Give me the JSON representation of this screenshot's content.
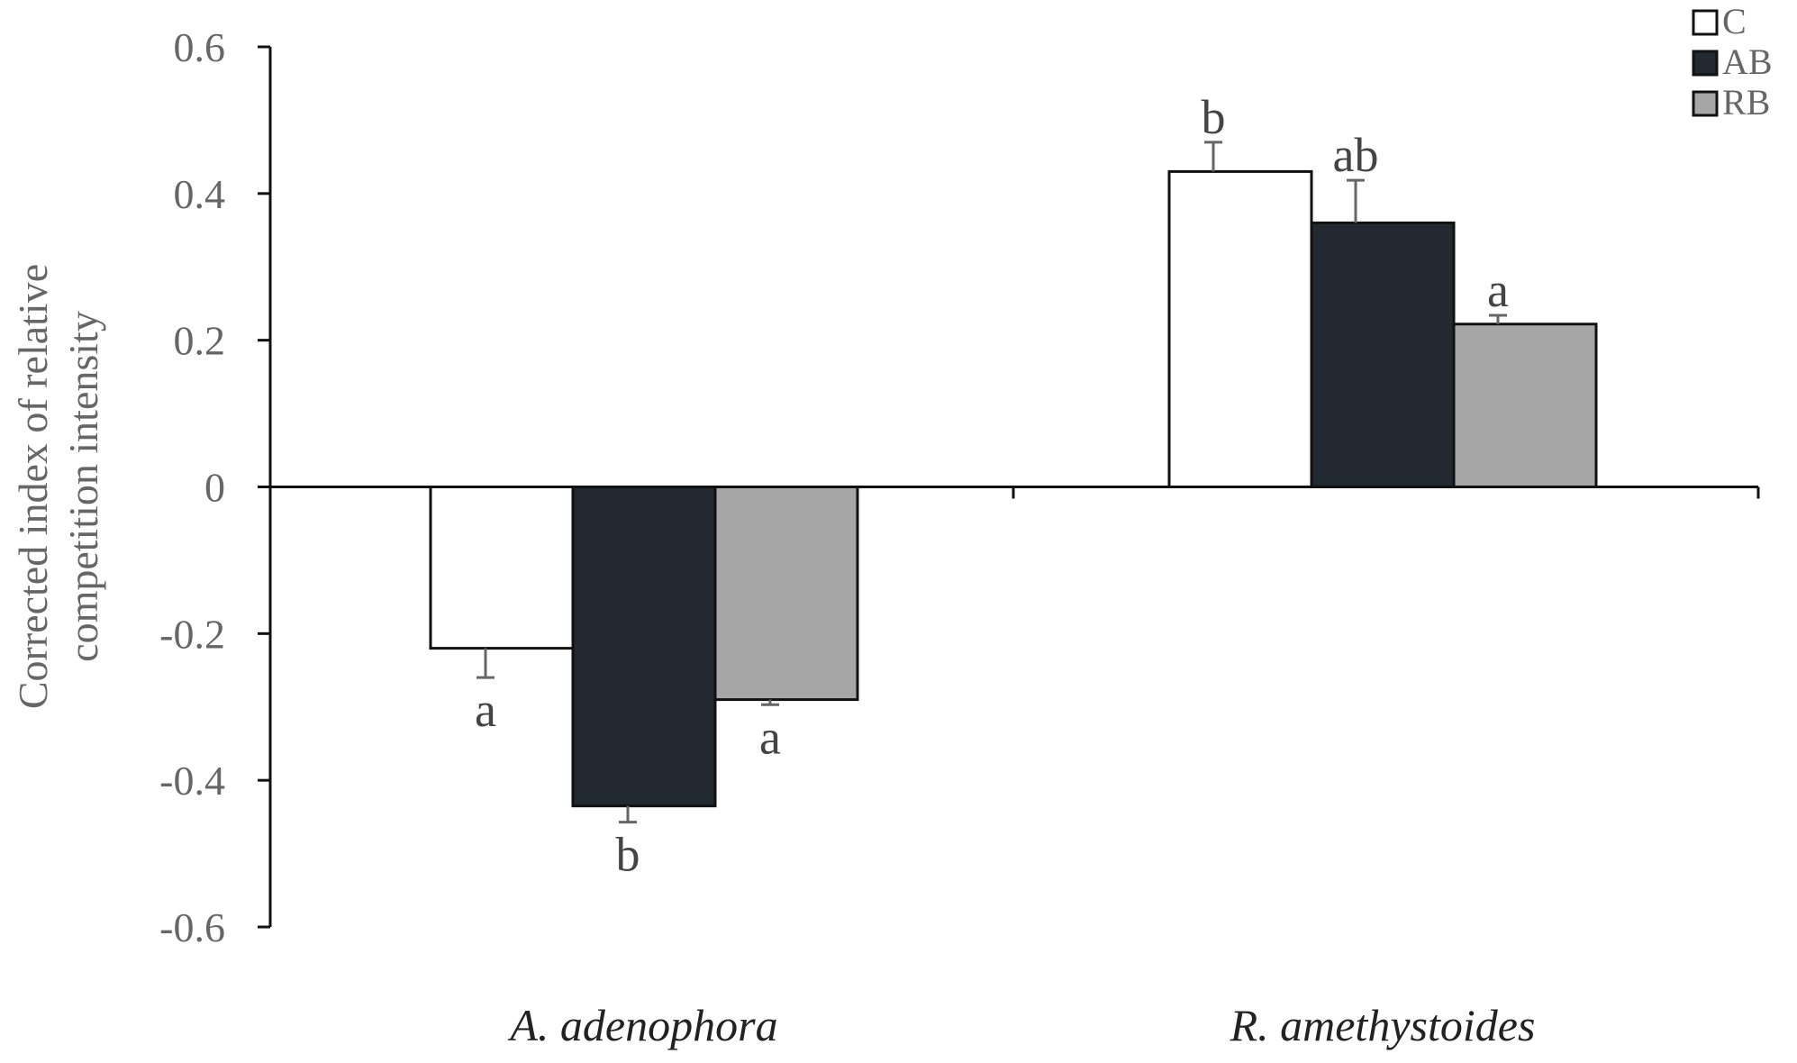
{
  "chart_data": {
    "type": "bar",
    "categories": [
      "A. adenophora",
      "R. amethystoides"
    ],
    "ylabel": [
      "Corrected index of relative",
      "competition intensity"
    ],
    "ylim": [
      -0.6,
      0.6
    ],
    "yticks": [
      0.6,
      0.4,
      0.2,
      0,
      -0.2,
      -0.4,
      -0.6
    ],
    "ytick_labels": [
      "0.6",
      "0.4",
      "0.2",
      "0",
      "-0.2",
      "-0.4",
      "-0.6"
    ],
    "grid": false,
    "legend_position": "top-right",
    "series": [
      {
        "name": "C",
        "color": "#ffffff",
        "values": [
          -0.22,
          0.43
        ],
        "errors": [
          0.04,
          0.04
        ],
        "sig": [
          "a",
          "b"
        ]
      },
      {
        "name": "AB",
        "color": "#232930",
        "values": [
          -0.435,
          0.36
        ],
        "errors": [
          0.022,
          0.058
        ],
        "sig": [
          "b",
          "ab"
        ]
      },
      {
        "name": "RB",
        "color": "#a6a6a6",
        "values": [
          -0.29,
          0.222
        ],
        "errors": [
          0.007,
          0.012
        ],
        "sig": [
          "a",
          "a"
        ]
      }
    ]
  }
}
